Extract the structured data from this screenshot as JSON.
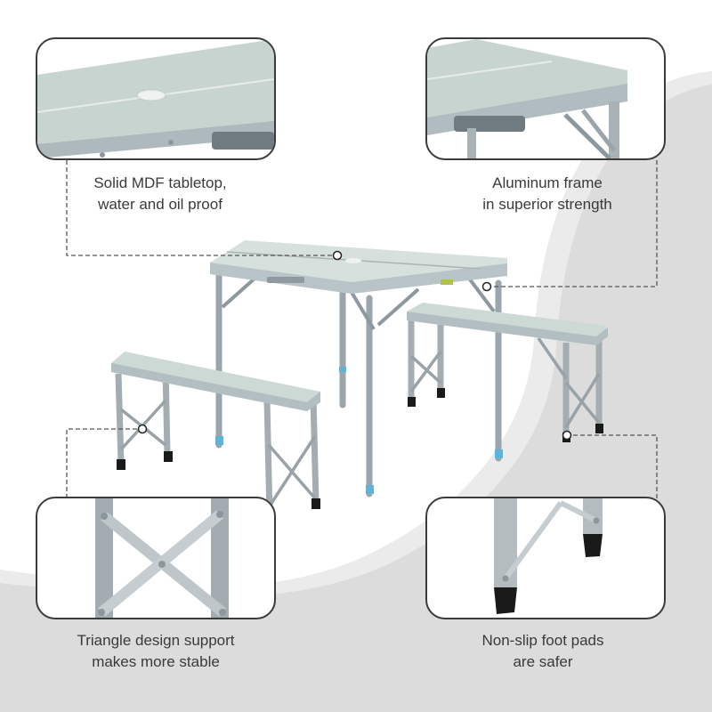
{
  "features": [
    {
      "id": "tabletop",
      "caption_lines": [
        "Solid MDF tabletop,",
        "water and oil proof"
      ]
    },
    {
      "id": "frame",
      "caption_lines": [
        "Aluminum frame",
        "in superior strength"
      ]
    },
    {
      "id": "support",
      "caption_lines": [
        "Triangle design support",
        "makes more stable"
      ]
    },
    {
      "id": "feet",
      "caption_lines": [
        "Non-slip foot pads",
        "are safer"
      ]
    }
  ],
  "colors": {
    "background_light": "#ffffff",
    "background_gray": "#dcdcdc",
    "background_mid": "#ebebeb",
    "panel_border": "#3b3b3b",
    "text": "#3a3a3a",
    "tabletop": "#c9d6d2",
    "aluminum": "#b8bfc3",
    "foot_pad": "#1a1a1a",
    "accent_blue": "#5fb3d6"
  }
}
